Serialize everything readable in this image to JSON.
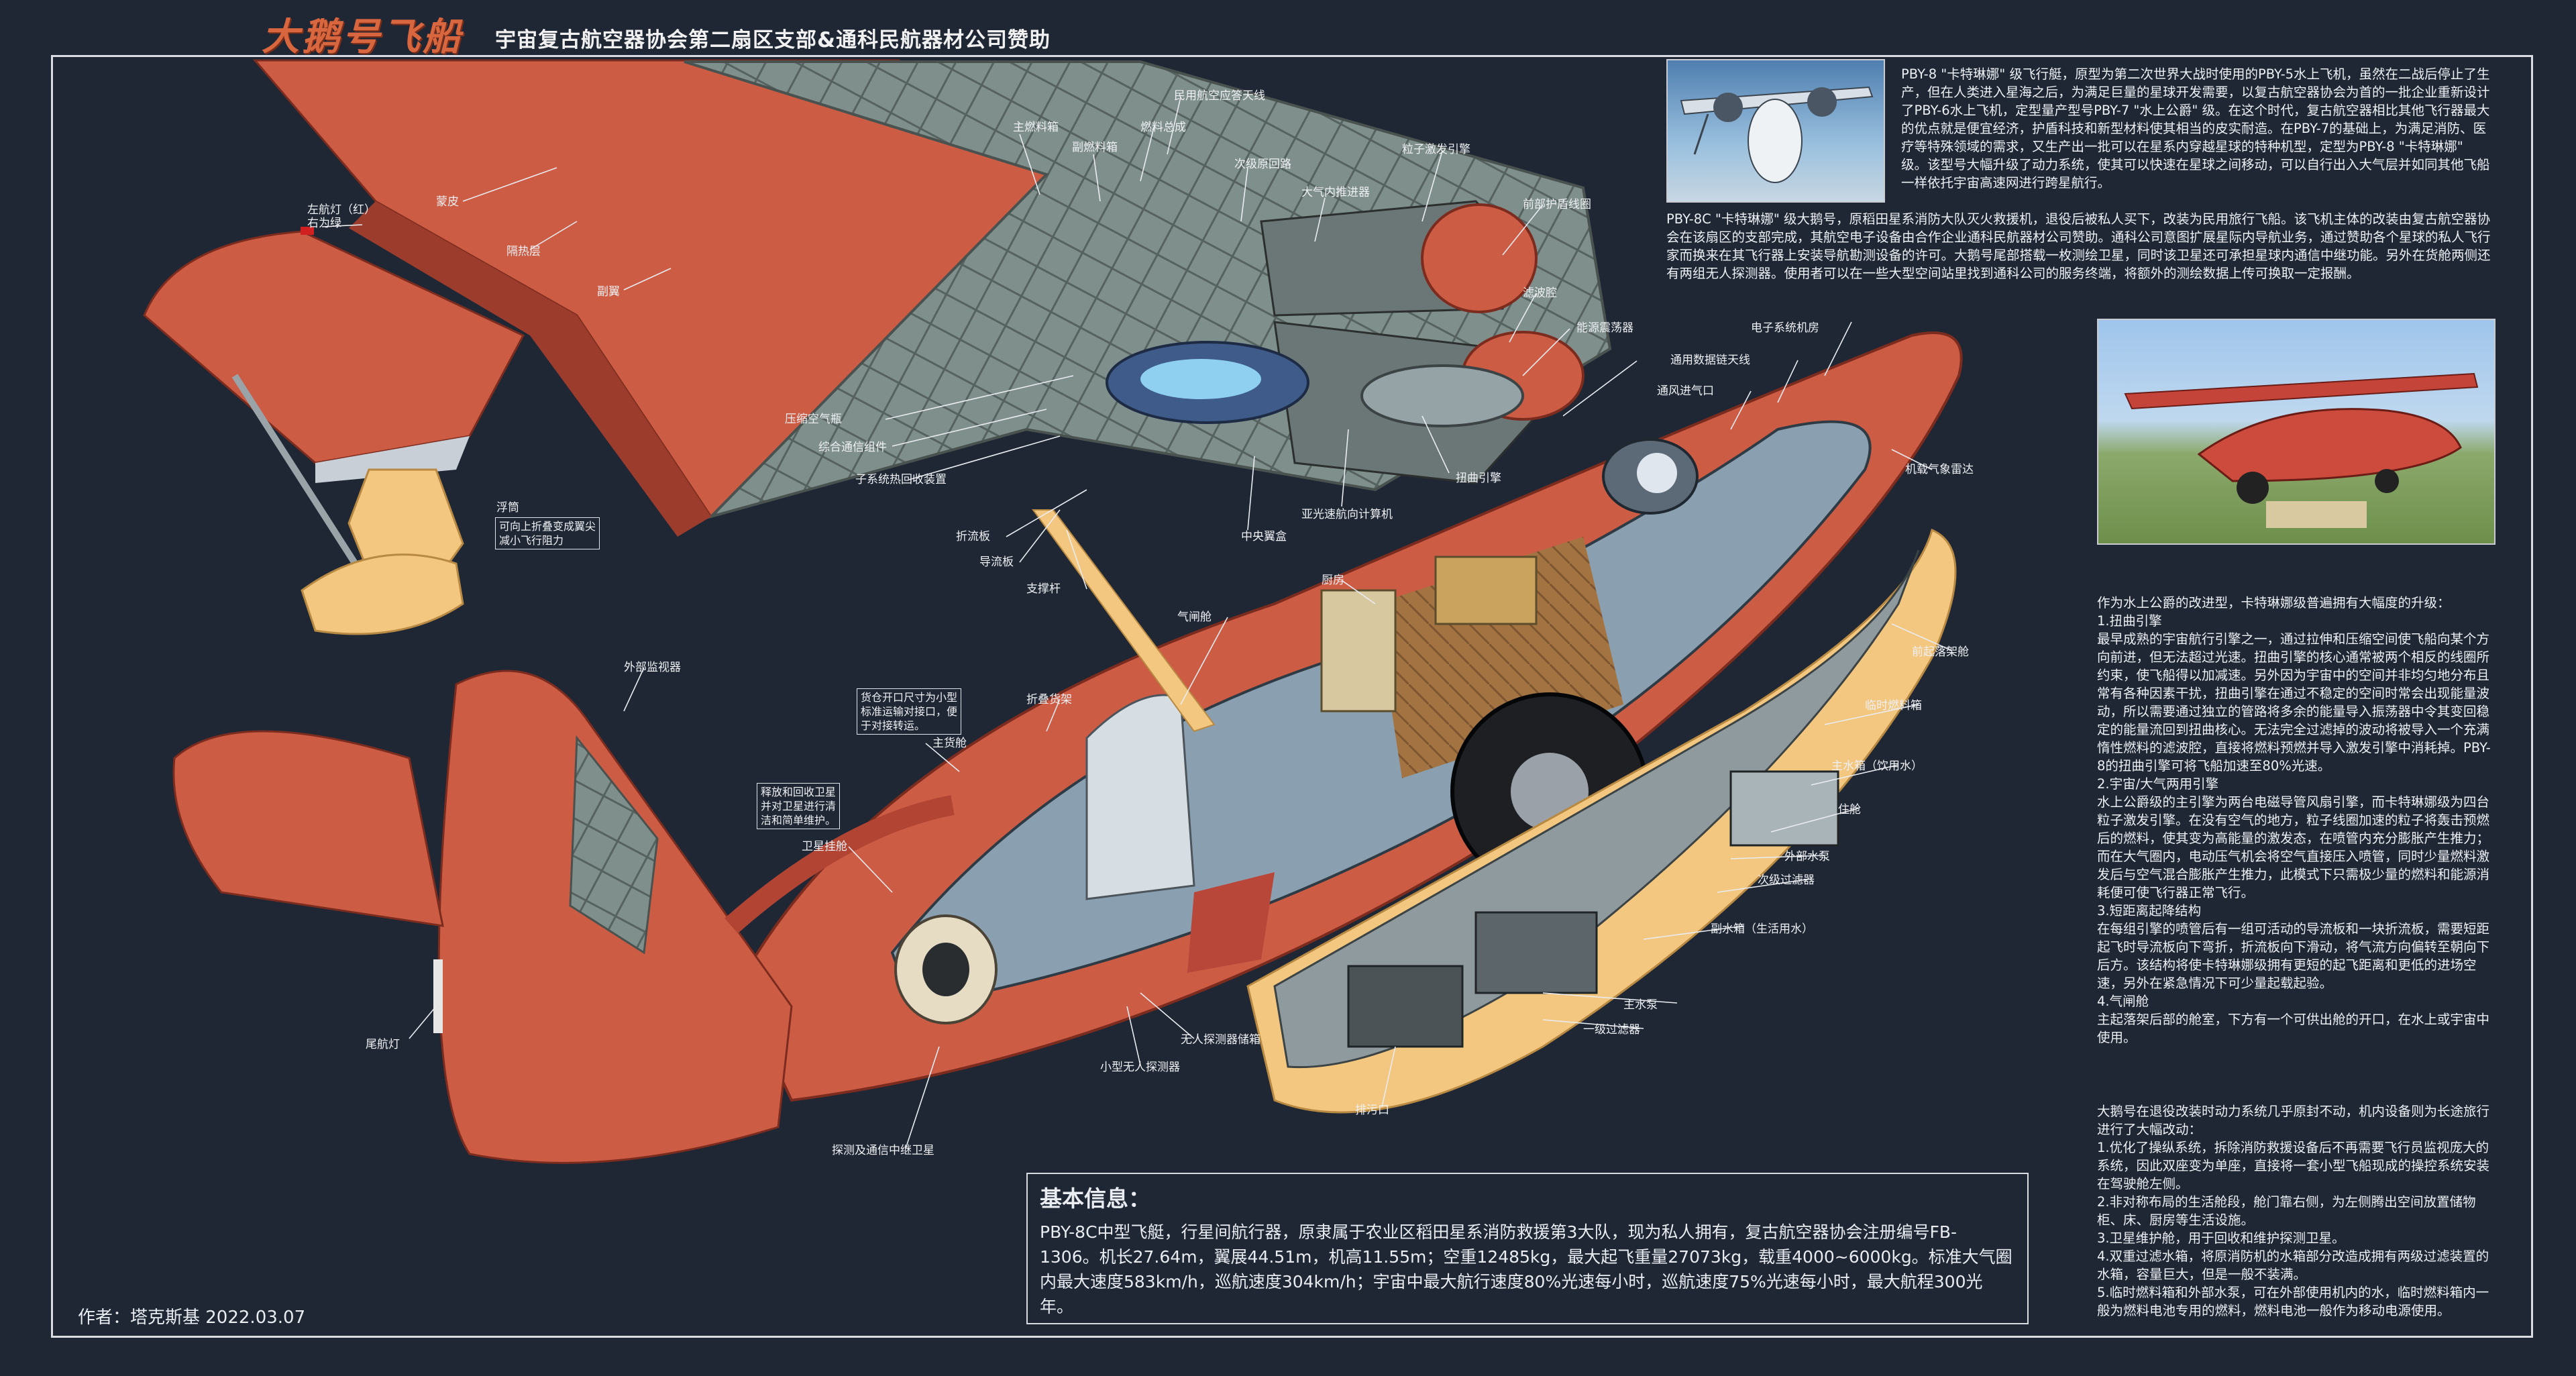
{
  "header": {
    "title": "大鹅号飞船",
    "sponsor": "宇宙复古航空器协会第二扇区支部&通科民航器材公司赞助"
  },
  "labels": {
    "left_nav_light": "左航灯（红）\n右为绿",
    "skin": "蒙皮",
    "bulkhead": "隔热层",
    "aux_wing": "副翼",
    "main_fuel": "主燃料箱",
    "aux_fuel": "副燃料箱",
    "fuel_bus": "燃料总成",
    "antenna": "民用航空应答天线",
    "sub_loop": "次级原回路",
    "thruster": "大气内推进器",
    "particle_engine": "粒子激发引擎",
    "front_shield": "前部护盾线圈",
    "filter_chamber": "滤波腔",
    "capacitor": "能源震荡器",
    "compressor": "压缩空气瓶",
    "comm_unit": "综合通信组件",
    "heat_recovery": "子系统热回收装置",
    "spoiler": "折流板",
    "guide_plate": "导流板",
    "center_box": "中央翼盒",
    "nav_computer": "亚光速航向计算机",
    "twist_engine": "扭曲引擎",
    "strut": "支撑杆",
    "float": "浮筒",
    "float_note": "可向上折叠变成翼尖\n减小飞行阻力",
    "electronics": "电子系统机房",
    "datalink": "通用数据链天线",
    "vent": "通风进气口",
    "weather_radar": "机载气象雷达",
    "kitchen": "厨房",
    "airlock": "气闸舱",
    "front_gear": "前起落架舱",
    "temp_fuel": "临时燃料箱",
    "main_water": "主水箱（饮用水）",
    "quarters": "住舱",
    "ext_pump": "外部水泵",
    "sec_filter": "次级过滤器",
    "aux_water": "副水箱（生活用水）",
    "main_pump": "主水泵",
    "pri_filter": "一级过滤器",
    "drain": "排污口",
    "ext_monitor": "外部监视器",
    "cargo_note": "货仓开口尺寸为小型\n标准运输对接口，便\n于对接转运。",
    "folding_rack": "折叠货架",
    "main_cabin": "主货舱",
    "sat_note": "释放和回收卫星\n并对卫星进行清\n洁和简单维护。",
    "sat_mount": "卫星挂舱",
    "tail_light": "尾航灯",
    "drone_store": "无人探测器储箱",
    "small_drone": "小型无人探测器",
    "relay_sat": "探测及通信中继卫星"
  },
  "right_panel": {
    "para1": "PBY-8 \"卡特琳娜\" 级飞行艇，原型为第二次世界大战时使用的PBY-5水上飞机，虽然在二战后停止了生产，但在人类进入星海之后，为满足巨量的星球开发需要，以复古航空器协会为首的一批企业重新设计了PBY-6水上飞机，定型量产型号PBY-7 \"水上公爵\" 级。在这个时代，复古航空器相比其他飞行器最大的优点就是便宜经济，护盾科技和新型材料使其相当的皮实耐造。在PBY-7的基础上，为满足消防、医疗等特殊领域的需求，又生产出一批可以在星系内穿越星球的特种机型，定型为PBY-8 \"卡特琳娜\" 级。该型号大幅升级了动力系统，使其可以快速在星球之间移动，可以自行出入大气层并如同其他飞船一样依托宇宙高速网进行跨星航行。",
    "para2": "PBY-8C \"卡特琳娜\" 级大鹅号，原稻田星系消防大队灭火救援机，退役后被私人买下，改装为民用旅行飞船。该飞机主体的改装由复古航空器协会在该扇区的支部完成，其航空电子设备由合作企业通科民航器材公司赞助。通科公司意图扩展星际内导航业务，通过赞助各个星球的私人飞行家而换来在其飞行器上安装导航勘测设备的许可。大鹅号尾部搭载一枚测绘卫星，同时该卫星还可承担星球内通信中继功能。另外在货舱两侧还有两组无人探测器。使用者可以在一些大型空间站里找到通科公司的服务终端，将额外的测绘数据上传可换取一定报酬。",
    "upgrade_title": "作为水上公爵的改进型，卡特琳娜级普遍拥有大幅度的升级：",
    "upgrades": "1.扭曲引擎\n最早成熟的宇宙航行引擎之一，通过拉伸和压缩空间使飞船向某个方向前进，但无法超过光速。扭曲引擎的核心通常被两个相反的线圈所约束，使飞船得以加减速。另外因为宇宙中的空间并非均匀地分布且常有各种因素干扰，扭曲引擎在通过不稳定的空间时常会出现能量波动，所以需要通过独立的管路将多余的能量导入振荡器中令其变回稳定的能量流回到扭曲核心。无法完全过滤掉的波动将被导入一个充满惰性燃料的滤波腔，直接将燃料预燃并导入激发引擎中消耗掉。PBY-8的扭曲引擎可将飞船加速至80%光速。\n2.宇宙/大气两用引擎\n水上公爵级的主引擎为两台电磁导管风扇引擎，而卡特琳娜级为四台粒子激发引擎。在没有空气的地方，粒子线圈加速的粒子将轰击预燃后的燃料，使其变为高能量的激发态，在喷管内充分膨胀产生推力；而在大气圈内，电动压气机会将空气直接压入喷管，同时少量燃料激发后与空气混合膨胀产生推力，此模式下只需极少量的燃料和能源消耗便可使飞行器正常飞行。\n3.短距离起降结构\n在每组引擎的喷管后有一组可活动的导流板和一块折流板，需要短距起飞时导流板向下弯折，折流板向下滑动，将气流方向偏转至朝向下后方。该结构将使卡特琳娜级拥有更短的起飞距离和更低的进场空速，另外在紧急情况下可少量起载起验。\n4.气闸舱\n主起落架后部的舱室，下方有一个可供出舱的开口，在水上或宇宙中使用。",
    "mods_title": "大鹅号在退役改装时动力系统几乎原封不动，机内设备则为长途旅行进行了大幅改动：",
    "mods": "1.优化了操纵系统，拆除消防救援设备后不再需要飞行员监视庞大的系统，因此双座变为单座，直接将一套小型飞船现成的操控系统安装在驾驶舱左侧。\n2.非对称布局的生活舱段，舱门靠右侧，为左侧腾出空间放置储物柜、床、厨房等生活设施。\n3.卫星维护舱，用于回收和维护探测卫星。\n4.双重过滤水箱，将原消防机的水箱部分改造成拥有两级过滤装置的水箱，容量巨大，但是一般不装满。\n5.临时燃料箱和外部水泵，可在外部使用机内的水，临时燃料箱内一般为燃料电池专用的燃料，燃料电池一般作为移动电源使用。"
  },
  "info": {
    "heading": "基本信息：",
    "body": "PBY-8C中型飞艇，行星间航行器，原隶属于农业区稻田星系消防救援第3大队，现为私人拥有，复古航空器协会注册编号FB-1306。机长27.64m，翼展44.51m，机高11.55m；空重12485kg，最大起飞重量27073kg，载重4000~6000kg。标准大气圈内最大速度583km/h，巡航速度304km/h；宇宙中最大航行速度80%光速每小时，巡航速度75%光速每小时，最大航程300光年。"
  },
  "author": "作者：塔克斯基  2022.03.07",
  "colors": {
    "hull": "#cd5c45",
    "hull_dark": "#9b3c2c",
    "frame": "#6e7d7e",
    "structure": "#7f8f8c",
    "cream": "#f3c77f",
    "bg": "#1f2735"
  },
  "icons": {
    "photo1": "flying-boat-photo-icon",
    "photo2": "parked-plane-photo-icon"
  }
}
